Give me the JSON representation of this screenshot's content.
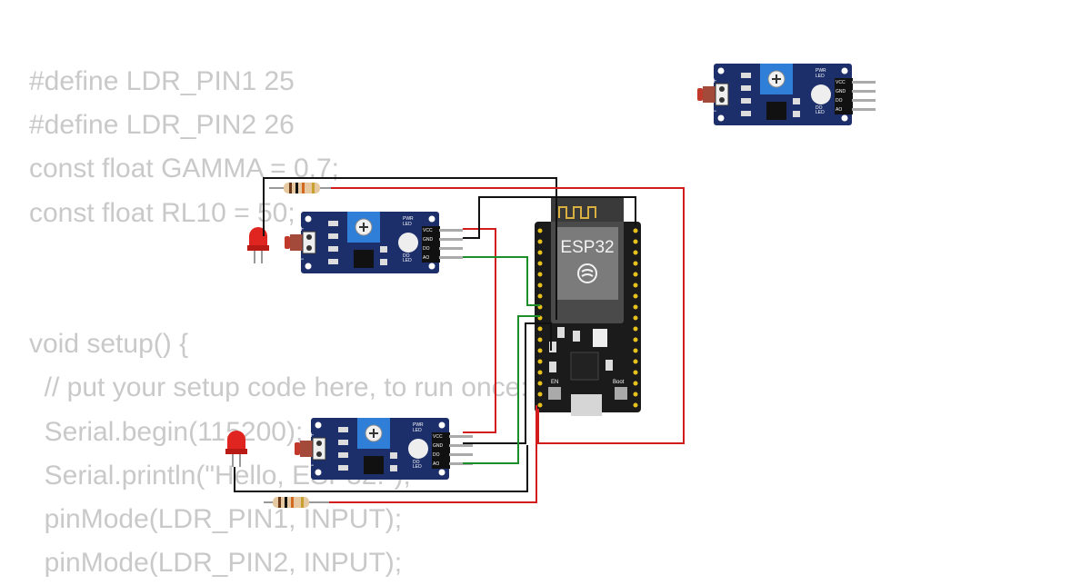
{
  "code_lines": [
    "#define LDR_PIN1 25",
    "#define LDR_PIN2 26",
    "const float GAMMA = 0.7;",
    "const float RL10 = 50;",
    "",
    "",
    "void setup() {",
    "  // put your setup code here, to run once:",
    "  Serial.begin(115200);",
    "  Serial.println(\"Hello, ESP32!\");",
    "  pinMode(LDR_PIN1, INPUT);",
    "  pinMode(LDR_PIN2, INPUT);"
  ],
  "sensor_labels": {
    "pwr_led": "PWR",
    "led": "LED",
    "do_led": "DO",
    "vcc": "VCC",
    "gnd": "GND",
    "do": "DO",
    "ao": "AO",
    "plus": "+",
    "minus": "−"
  },
  "esp32": {
    "label": "ESP32",
    "en": "EN",
    "boot": "Boot"
  },
  "colors": {
    "board_blue": "#1d2f6b",
    "pot_blue": "#2f7fd8",
    "pcb_black": "#1b1b1b",
    "wire_red": "#d21b1b",
    "wire_black": "#111111",
    "wire_green": "#1c8f2a",
    "led_red": "#e0241f",
    "code_gray": "#c9c9c9"
  }
}
